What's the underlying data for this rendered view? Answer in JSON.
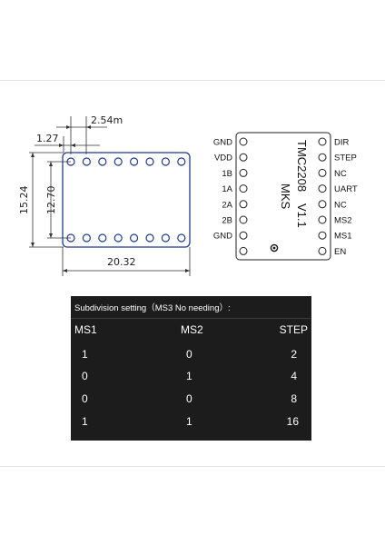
{
  "dimensions": {
    "pitch": "2.54m",
    "edge": "1.27",
    "height_outer": "15.24",
    "height_inner": "12.70",
    "width": "20.32"
  },
  "chip": {
    "name": "TMC2208",
    "version": "V1.1",
    "brand": "MKS"
  },
  "pins_left": [
    "GND",
    "VDD",
    "1B",
    "1A",
    "2A",
    "2B",
    "GND"
  ],
  "pins_right": [
    "DIR",
    "STEP",
    "NC",
    "UART",
    "NC",
    "MS2",
    "MS1",
    "EN"
  ],
  "table": {
    "title": "Subdivision setting（MS3 No needing）:",
    "headers": [
      "MS1",
      "MS2",
      "STEP"
    ],
    "rows": [
      [
        "1",
        "0",
        "2"
      ],
      [
        "0",
        "1",
        "4"
      ],
      [
        "0",
        "0",
        "8"
      ],
      [
        "1",
        "1",
        "16"
      ]
    ]
  },
  "colors": {
    "board_outline": "#1f3b8c",
    "table_bg": "#1c1c1c"
  }
}
